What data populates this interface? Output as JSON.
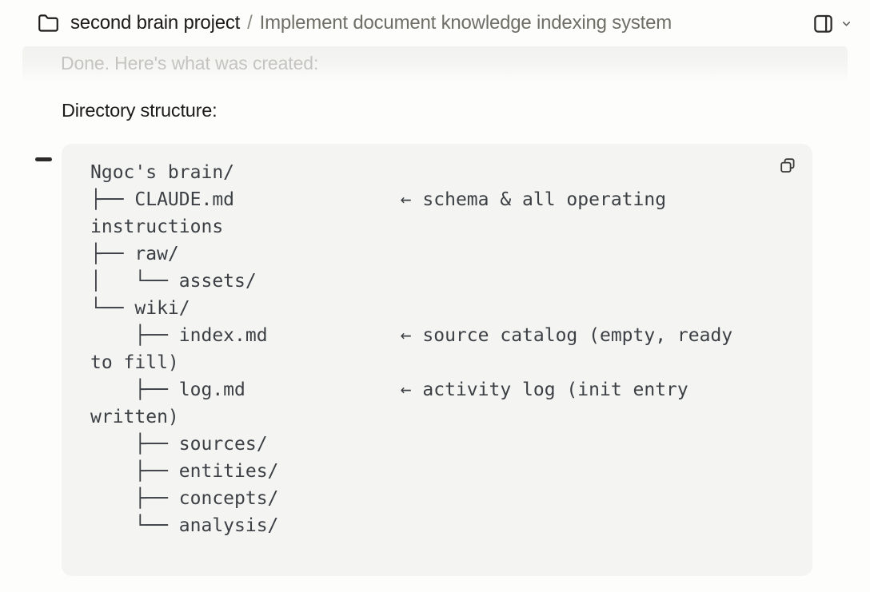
{
  "header": {
    "project_name": "second brain project",
    "separator": "/",
    "task_title": "Implement document knowledge indexing system",
    "icons": {
      "left": "folder-icon",
      "right": "sidebar-panel-icon",
      "chevron": "chevron-down-icon"
    }
  },
  "messages": {
    "faded_line": "Done. Here's what was created:",
    "section_label": "Directory structure:"
  },
  "code_block": {
    "copy_icon": "copy-icon",
    "collapse_icon": "collapse-dash-icon",
    "content": "Ngoc's brain/\n├── CLAUDE.md               ← schema & all operating\ninstructions\n├── raw/\n│   └── assets/\n└── wiki/\n    ├── index.md            ← source catalog (empty, ready\nto fill)\n    ├── log.md              ← activity log (init entry\nwritten)\n    ├── sources/\n    ├── entities/\n    ├── concepts/\n    └── analysis/"
  },
  "colors": {
    "page_bg": "#fdfdfc",
    "code_block_bg": "#f4f4f2",
    "code_text": "#3c4045",
    "primary_text": "#1d1b18",
    "secondary_text": "#6f6e67",
    "faded_text": "#c5c4c0",
    "icon_dark": "#2c2b29"
  }
}
